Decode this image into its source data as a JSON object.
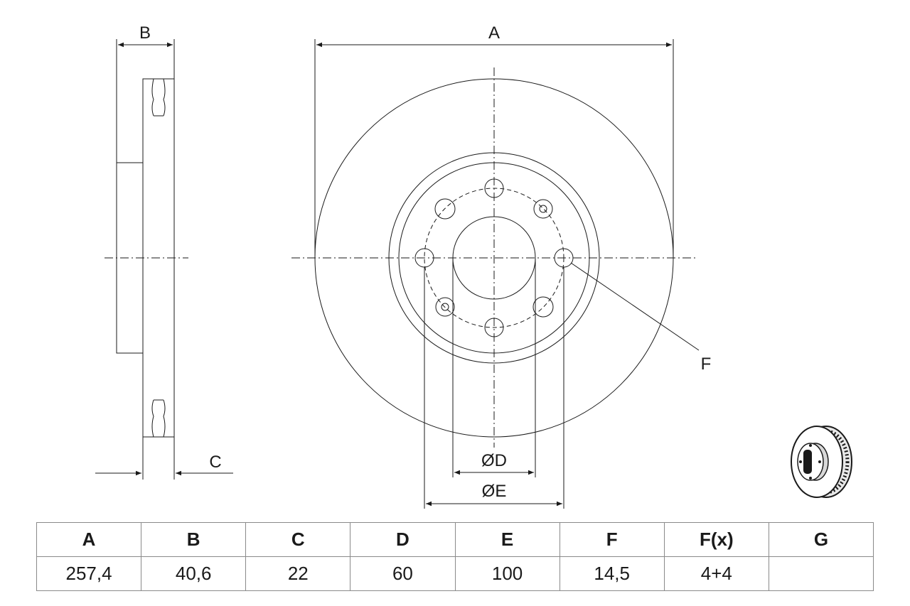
{
  "drawing": {
    "labels": {
      "A": "A",
      "B": "B",
      "C": "C",
      "D": "ØD",
      "E": "ØE",
      "F": "F"
    }
  },
  "table": {
    "headers": [
      "A",
      "B",
      "C",
      "D",
      "E",
      "F",
      "F(x)",
      "G"
    ],
    "values": [
      "257,4",
      "40,6",
      "22",
      "60",
      "100",
      "14,5",
      "4+4",
      ""
    ]
  }
}
